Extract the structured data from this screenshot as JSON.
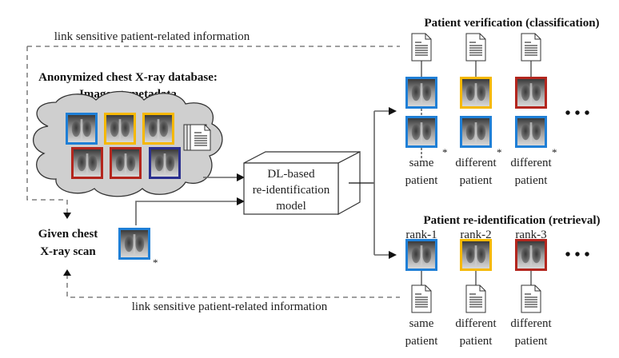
{
  "colors": {
    "blue": "#1f7fd6",
    "yellow": "#f5b800",
    "red": "#b3261e",
    "navy": "#2a2f8f",
    "cloud": "#cfcfcf"
  },
  "top_link_label": "link sensitive patient-related information",
  "bottom_link_label": "link sensitive patient-related information",
  "database": {
    "title_line1": "Anonymized chest X-ray database:",
    "title_line2": "Images + metadata",
    "images": [
      "blue",
      "yellow",
      "yellow",
      "red",
      "red",
      "navy"
    ]
  },
  "query": {
    "label_line1": "Given chest",
    "label_line2": "X-ray scan",
    "marker": "*"
  },
  "model": {
    "line1": "DL-based",
    "line2": "re-identification",
    "line3": "model"
  },
  "verification": {
    "title": "Patient verification (classification)",
    "columns": [
      {
        "top_color": "blue",
        "bottom_color": "blue",
        "marker": "*",
        "line1": "same",
        "line2": "patient"
      },
      {
        "top_color": "yellow",
        "bottom_color": "blue",
        "marker": "*",
        "line1": "different",
        "line2": "patient"
      },
      {
        "top_color": "red",
        "bottom_color": "blue",
        "marker": "*",
        "line1": "different",
        "line2": "patient"
      }
    ],
    "ellipsis": "• • •"
  },
  "retrieval": {
    "title": "Patient re-identification (retrieval)",
    "columns": [
      {
        "rank": "rank-1",
        "color": "blue",
        "line1": "same",
        "line2": "patient"
      },
      {
        "rank": "rank-2",
        "color": "yellow",
        "line1": "different",
        "line2": "patient"
      },
      {
        "rank": "rank-3",
        "color": "red",
        "line1": "different",
        "line2": "patient"
      }
    ],
    "ellipsis": "• • •"
  }
}
